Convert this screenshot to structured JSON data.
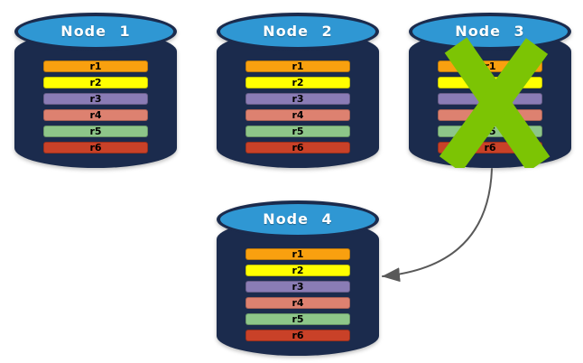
{
  "diagram": {
    "colors": {
      "canvas_bg": "#FFFFFF",
      "cylinder_body": "#1B2B4D",
      "cylinder_top": "#2F97D3",
      "node_label_text": "#FFFFFF",
      "bar_text": "#000000",
      "failure_x": "#7CC404",
      "arrow": "#595959"
    },
    "partition_colors": {
      "r1": "#F9A00F",
      "r2": "#FFFF00",
      "r3": "#8A7CB5",
      "r4": "#DD8170",
      "r5": "#8DC689",
      "r6": "#C94128"
    },
    "nodes": [
      {
        "label": "Node 1",
        "failed": false,
        "partitions": [
          "r1",
          "r2",
          "r3",
          "r4",
          "r5",
          "r6"
        ]
      },
      {
        "label": "Node 2",
        "failed": false,
        "partitions": [
          "r1",
          "r2",
          "r3",
          "r4",
          "r5",
          "r6"
        ]
      },
      {
        "label": "Node 3",
        "failed": true,
        "partitions": [
          "r1",
          "r2",
          "r3",
          "r4",
          "r5",
          "r6"
        ]
      },
      {
        "label": "Node 4",
        "failed": false,
        "partitions": [
          "r1",
          "r2",
          "r3",
          "r4",
          "r5",
          "r6"
        ]
      }
    ],
    "arrow": {
      "from_node": "Node 3",
      "to_node": "Node 4"
    }
  }
}
